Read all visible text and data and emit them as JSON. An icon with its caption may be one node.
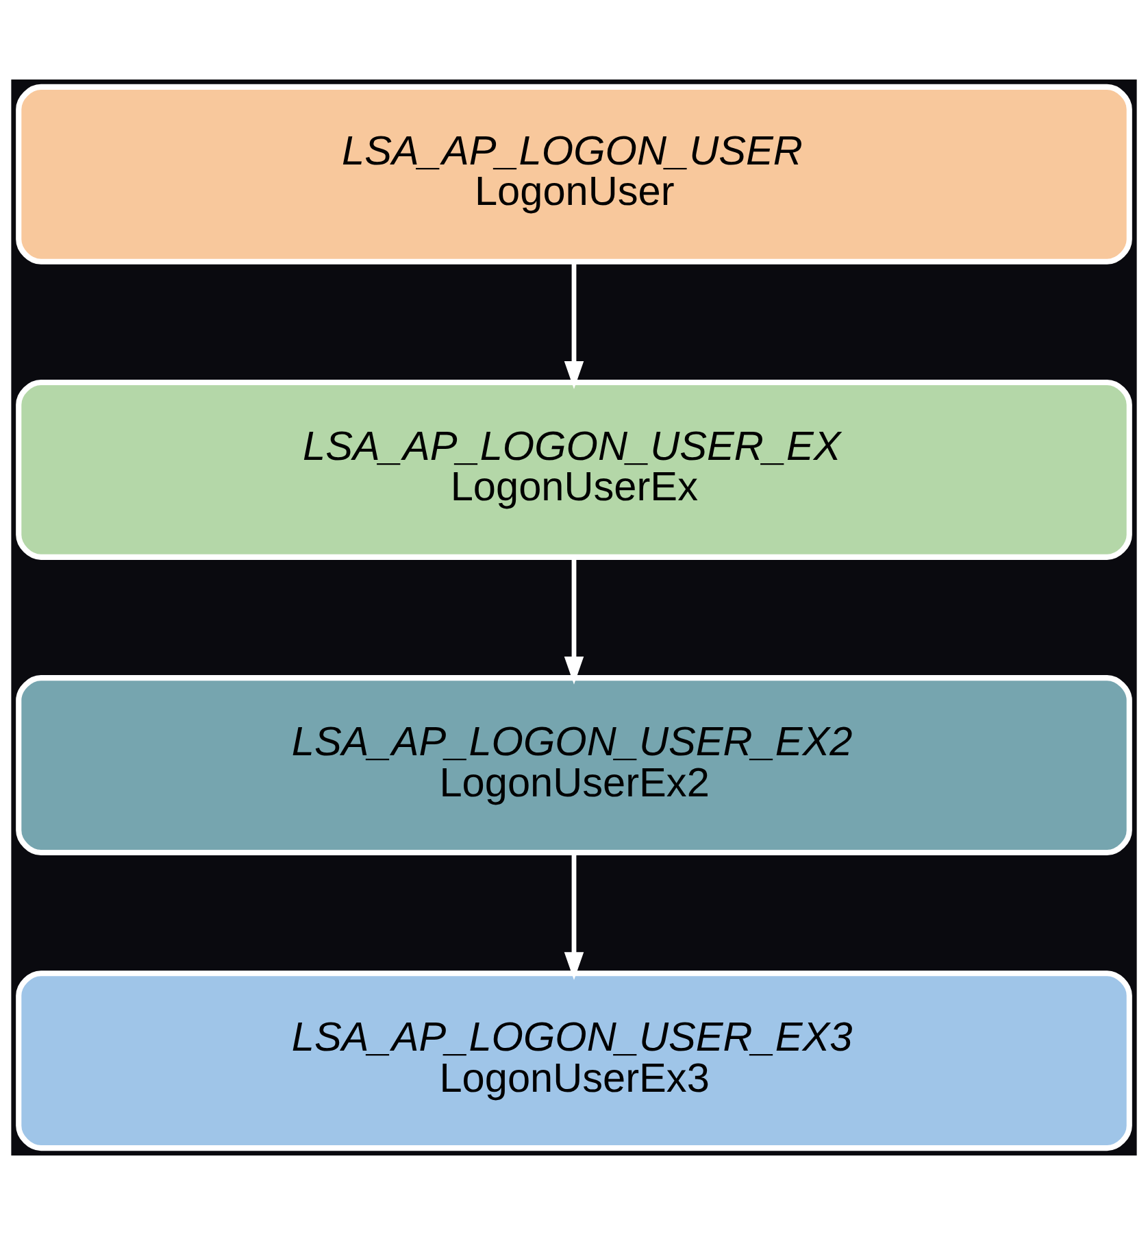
{
  "diagram": {
    "nodes": [
      {
        "text": [
          "LSA_AP_LOGON_USER",
          "LogonUser"
        ]
      },
      {
        "text": [
          "LSA_AP_LOGON_USER_EX",
          "LogonUserEx"
        ]
      },
      {
        "text": [
          "LSA_AP_LOGON_USER_EX2",
          "LogonUserEx2"
        ]
      },
      {
        "text": [
          "LSA_AP_LOGON_USER_EX3",
          "LogonUserEx3"
        ]
      }
    ],
    "edges": [
      {
        "from": 0,
        "to": 1,
        "arrow": "to"
      },
      {
        "from": 1,
        "to": 2,
        "arrow": "to"
      },
      {
        "from": 2,
        "to": 3,
        "arrow": "to"
      }
    ]
  }
}
